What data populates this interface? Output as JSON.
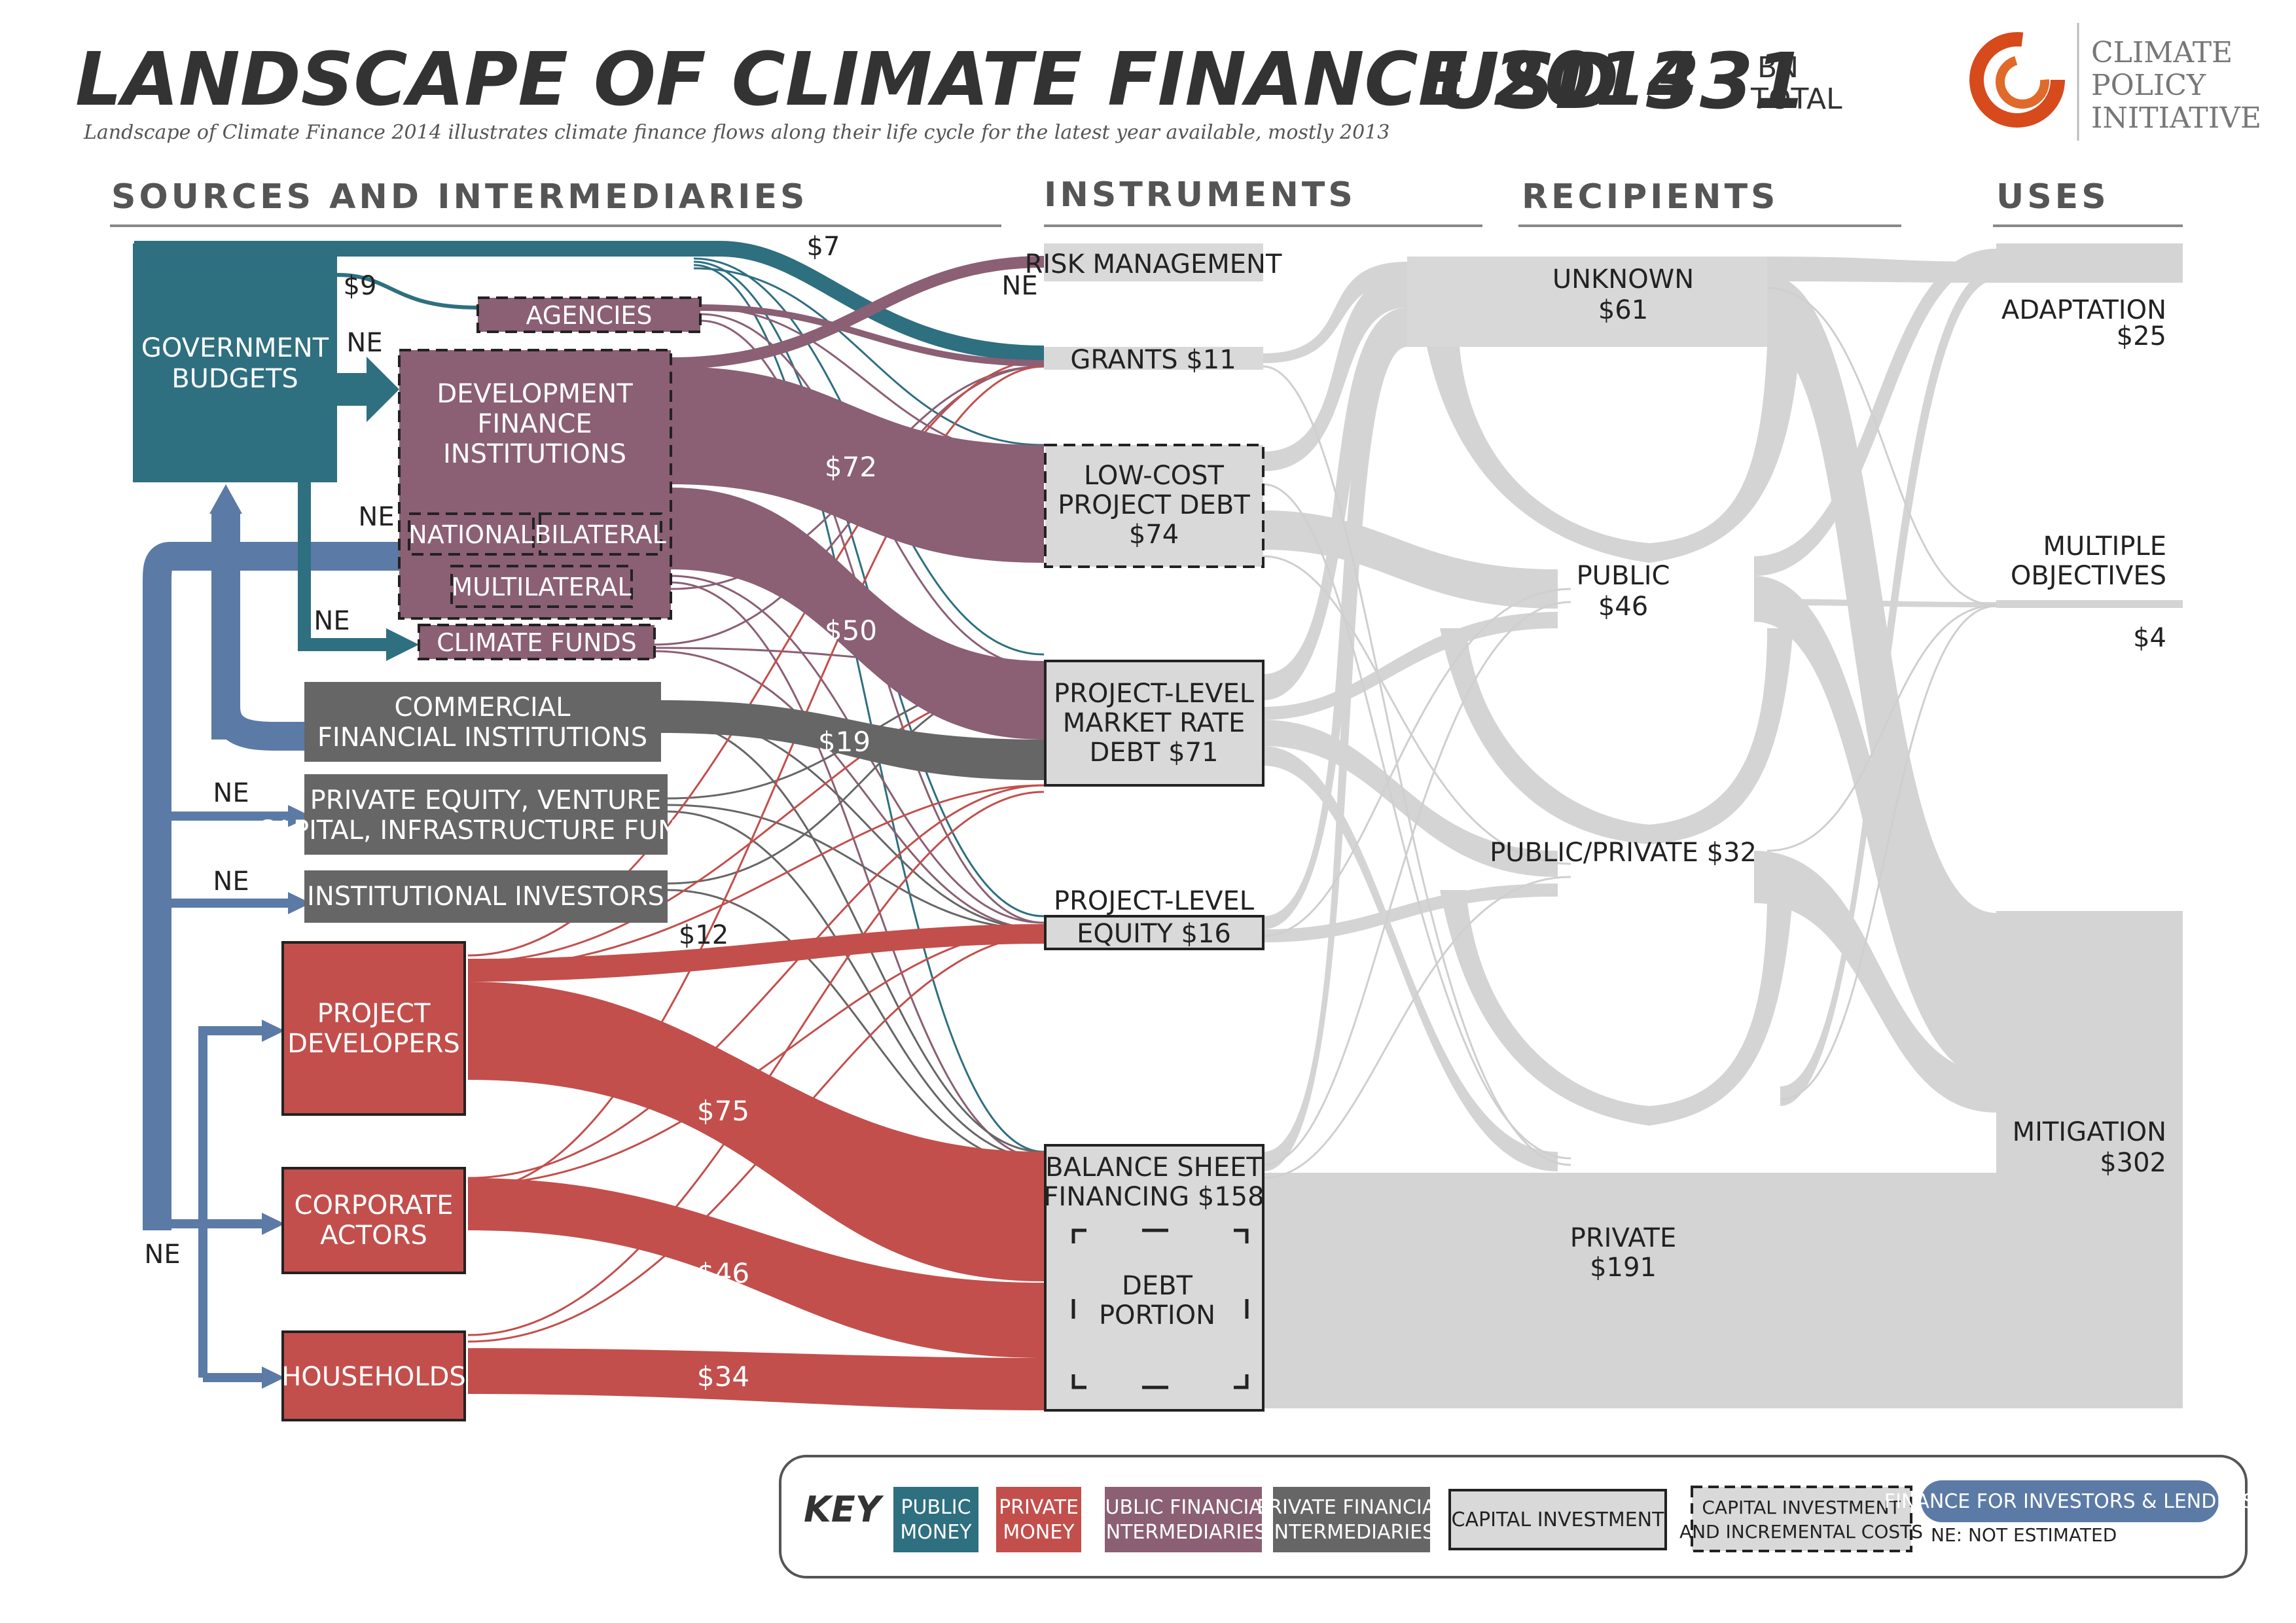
{
  "header": {
    "title": "LANDSCAPE OF CLIMATE FINANCE 2014",
    "total": "USD 331",
    "total_unit_line1": "BN",
    "total_unit_line2": "TOTAL",
    "subtitle": "Landscape of Climate Finance 2014 illustrates climate finance flows along their life cycle for the latest year available, mostly 2013"
  },
  "logo": {
    "line1": "CLIMATE",
    "line2": "POLICY",
    "line3": "INITIATIVE"
  },
  "columns": {
    "sources": "SOURCES AND INTERMEDIARIES",
    "instruments": "INSTRUMENTS",
    "recipients": "RECIPIENTS",
    "uses": "USES"
  },
  "sources": {
    "government_budgets": [
      "GOVERNMENT",
      "BUDGETS"
    ],
    "agencies": "AGENCIES",
    "dfi": [
      "DEVELOPMENT",
      "FINANCE",
      "INSTITUTIONS"
    ],
    "national": "NATIONAL",
    "bilateral": "BILATERAL",
    "multilateral": "MULTILATERAL",
    "climate_funds": "CLIMATE FUNDS",
    "commercial": [
      "COMMERCIAL",
      "FINANCIAL INSTITUTIONS"
    ],
    "private_equity": [
      "PRIVATE EQUITY, VENTURE",
      "CAPITAL, INFRASTRUCTURE FUNDS"
    ],
    "institutional": "INSTITUTIONAL INVESTORS",
    "project_developers": [
      "PROJECT",
      "DEVELOPERS"
    ],
    "corporate_actors": [
      "CORPORATE",
      "ACTORS"
    ],
    "households": "HOUSEHOLDS"
  },
  "instruments": {
    "risk_management": "RISK MANAGEMENT",
    "grants": "GRANTS $11",
    "low_cost": [
      "LOW-COST",
      "PROJECT DEBT",
      "$74"
    ],
    "market_rate": [
      "PROJECT-LEVEL",
      "MARKET RATE",
      "DEBT $71"
    ],
    "equity": [
      "PROJECT-LEVEL",
      "EQUITY $16"
    ],
    "balance_sheet": [
      "BALANCE SHEET",
      "FINANCING $158"
    ],
    "debt_portion": [
      "DEBT",
      "PORTION"
    ]
  },
  "recipients": {
    "unknown": [
      "UNKNOWN",
      "$61"
    ],
    "public": [
      "PUBLIC",
      "$46"
    ],
    "public_private": "PUBLIC/PRIVATE $32",
    "private": [
      "PRIVATE",
      "$191"
    ]
  },
  "uses": {
    "adaptation": [
      "ADAPTATION",
      "$25"
    ],
    "multiple": [
      "MULTIPLE",
      "OBJECTIVES"
    ],
    "multiple_value": "$4",
    "mitigation": [
      "MITIGATION",
      "$302"
    ]
  },
  "flow_labels": {
    "gov_top": "$7",
    "gov_agencies": "$9",
    "ne": "NE",
    "dfi_lowcost": "$72",
    "dfi_market": "$50",
    "commercial_market": "$19",
    "dev_equity": "$12",
    "dev_balance": "$75",
    "corp_balance": "$46",
    "house_balance": "$34"
  },
  "key": {
    "title": "KEY",
    "public_money": [
      "PUBLIC",
      "MONEY"
    ],
    "private_money": [
      "PRIVATE",
      "MONEY"
    ],
    "public_fi": [
      "PUBLIC FINANCIAL",
      "INTERMEDIARIES"
    ],
    "private_fi": [
      "PRIVATE FINANCIAL",
      "INTERMEDIARIES"
    ],
    "capital_investment": "CAPITAL INVESTMENT",
    "capital_incremental": [
      "CAPITAL INVESTMENT",
      "AND INCREMENTAL COSTS"
    ],
    "finance_investors": "FINANCE FOR INVESTORS & LENDERS",
    "ne_note": "NE: NOT ESTIMATED"
  },
  "colors": {
    "public_money": "#2e6f80",
    "private_money": "#c24f4c",
    "public_fi": "#8b5f74",
    "private_fi": "#666666",
    "investors": "#5b7ba6",
    "flow_gray": "#d4d4d4",
    "box_gray": "#d9d9d9"
  }
}
